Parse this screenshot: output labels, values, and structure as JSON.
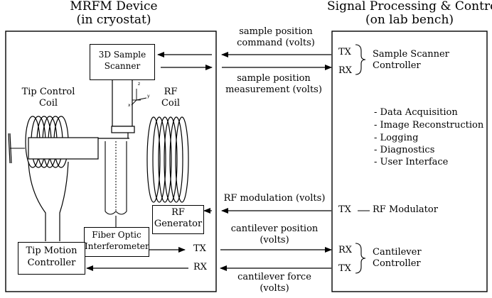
{
  "headers": {
    "mrfm_title": "MRFM Device",
    "mrfm_subtitle": "(in cryostat)",
    "signal_title": "Signal Processing & Control",
    "signal_subtitle": "(on lab bench)"
  },
  "device": {
    "scanner": [
      "3D Sample",
      "Scanner"
    ],
    "tip_coil": [
      "Tip Control",
      "Coil"
    ],
    "rf_coil": [
      "RF",
      "Coil"
    ],
    "rf_generator": [
      "RF",
      "Generator"
    ],
    "fiber_optic": [
      "Fiber Optic",
      "Interferometer"
    ],
    "tip_motion": [
      "Tip Motion",
      "Controller"
    ],
    "axes": {
      "z": "z",
      "y": "y",
      "x": "x"
    },
    "tx": "TX",
    "rx": "RX"
  },
  "signals": {
    "sample_cmd": [
      "sample position",
      "command (volts)"
    ],
    "sample_meas": [
      "sample position",
      "measurement (volts)"
    ],
    "rf_mod": "RF modulation (volts)",
    "cant_pos": [
      "cantilever position",
      "(volts)"
    ],
    "cant_force": [
      "cantilever force",
      "(volts)"
    ]
  },
  "bench": {
    "scanner_tx": "TX",
    "scanner_rx": "RX",
    "scanner_ctrl": [
      "Sample Scanner",
      "Controller"
    ],
    "tasks": [
      "- Data Acquisition",
      "- Image Reconstruction",
      "- Logging",
      "- Diagnostics",
      "- User Interface"
    ],
    "rf_tx": "TX",
    "rf_modulator": "RF Modulator",
    "cant_rx": "RX",
    "cant_tx": "TX",
    "cant_ctrl": [
      "Cantilever",
      "Controller"
    ]
  }
}
